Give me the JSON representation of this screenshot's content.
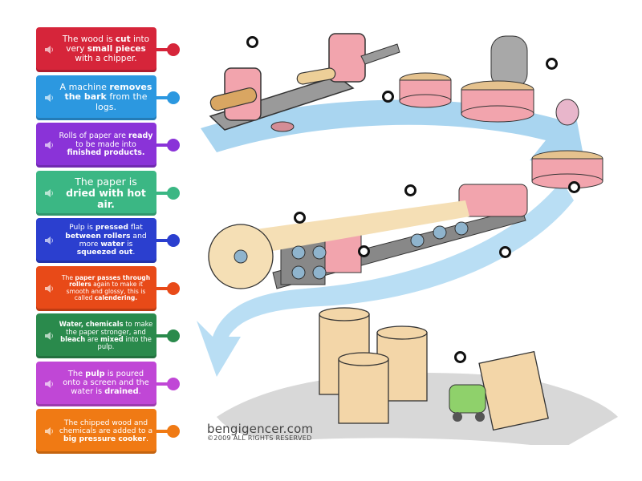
{
  "labels": [
    {
      "id": "chipper",
      "parts": [
        [
          "The wood is ",
          0
        ],
        [
          "cut",
          1
        ],
        [
          " into very ",
          0
        ],
        [
          "small pieces",
          1
        ],
        [
          " with a chipper.",
          0
        ]
      ],
      "color": "#d6253a",
      "font": 10.5
    },
    {
      "id": "debark",
      "parts": [
        [
          "A machine ",
          0
        ],
        [
          "removes the bark",
          1
        ],
        [
          " from the logs.",
          0
        ]
      ],
      "color": "#2c98e0",
      "font": 11
    },
    {
      "id": "finished",
      "parts": [
        [
          "Rolls of paper are ",
          0
        ],
        [
          "ready",
          1
        ],
        [
          " to be made into ",
          0
        ],
        [
          "finished products.",
          1
        ]
      ],
      "color": "#8a33d8",
      "font": 9.5
    },
    {
      "id": "dried",
      "parts": [
        [
          "The paper is ",
          0
        ],
        [
          "dried with hot air.",
          1
        ]
      ],
      "color": "#3bb784",
      "font": 12.5
    },
    {
      "id": "pressed",
      "parts": [
        [
          "Pulp is ",
          0
        ],
        [
          "pressed",
          1
        ],
        [
          " flat ",
          0
        ],
        [
          "between rollers",
          1
        ],
        [
          " and more ",
          0
        ],
        [
          "water",
          1
        ],
        [
          " is ",
          0
        ],
        [
          "squeezed out",
          1
        ],
        [
          ".",
          0
        ]
      ],
      "color": "#2b3fcf",
      "font": 9.2
    },
    {
      "id": "calendering",
      "parts": [
        [
          "The ",
          0
        ],
        [
          "paper passes through rollers",
          1
        ],
        [
          " again to make it smooth and glossy, this is called ",
          0
        ],
        [
          "calendering.",
          1
        ]
      ],
      "color": "#e84a18",
      "font": 7.6
    },
    {
      "id": "mixed",
      "parts": [
        [
          "Water, chemicals",
          1
        ],
        [
          " to make the paper stronger, and ",
          0
        ],
        [
          "bleach",
          1
        ],
        [
          " are ",
          0
        ],
        [
          "mixed",
          1
        ],
        [
          " into the pulp.",
          0
        ]
      ],
      "color": "#2a8a4c",
      "font": 8.4
    },
    {
      "id": "drained",
      "parts": [
        [
          "The ",
          0
        ],
        [
          "pulp",
          1
        ],
        [
          " is poured onto a screen and the water is ",
          0
        ],
        [
          "drained",
          1
        ],
        [
          ".",
          0
        ]
      ],
      "color": "#c047d6",
      "font": 9.8
    },
    {
      "id": "cooker",
      "parts": [
        [
          "The chipped wood and chemicals are added to a ",
          0
        ],
        [
          "big pressure cooker",
          1
        ],
        [
          ".",
          0
        ]
      ],
      "color": "#f07a14",
      "font": 9.2
    }
  ],
  "icons": {
    "speaker": "speaker-icon"
  },
  "targets_count": 9,
  "credit": {
    "site": "bengigencer.com",
    "rights": "©2009 ALL RIGHTS RESERVED"
  }
}
